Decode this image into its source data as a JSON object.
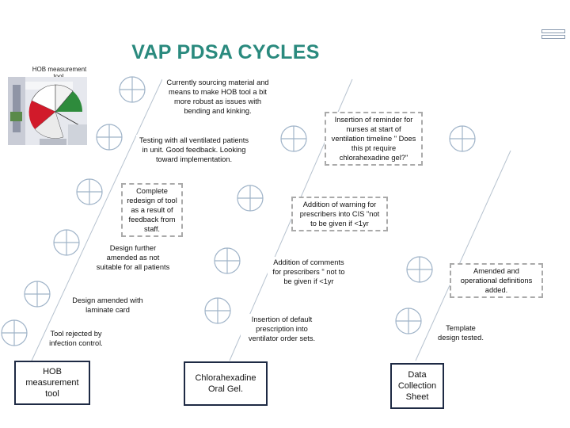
{
  "title": "VAP PDSA CYCLES",
  "photo_caption": "HOB measurement tool.",
  "notes": {
    "sourcing": "Currently sourcing material and means to make HOB tool a bit more robust as issues with bending and kinking.",
    "testing": "Testing with all ventilated patients in unit. Good feedback. Looking toward implementation.",
    "redesign": "Complete redesign of tool as a result of feedback from staff.",
    "further": "Design further amended as not suitable for all patients",
    "laminate": "Design amended with laminate card",
    "rejected": "Tool rejected by infection control.",
    "reminder": "Insertion of reminder for nurses at start of ventilation timeline \" Does this pt require chlorahexadine gel?\"",
    "warning": "Addition of warning for prescribers into CIS \"not to be given if <1yr",
    "comments": "Addition of comments for prescribers \" not to be given if <1yr",
    "default_rx": "Insertion of default prescription into ventilator order sets.",
    "amended_defs": "Amended and operational definitions added.",
    "template": "Template design tested."
  },
  "boxes": {
    "hob": "HOB measurement tool",
    "gel": "Chlorahexadine Oral Gel.",
    "data": "Data Collection Sheet"
  },
  "colors": {
    "title": "#2a8a7e",
    "circle_stroke": "#9fb3c8",
    "slash_line": "#b6c2cf",
    "box_border": "#1e2a44",
    "dashed_border": "#aaaaaa"
  }
}
